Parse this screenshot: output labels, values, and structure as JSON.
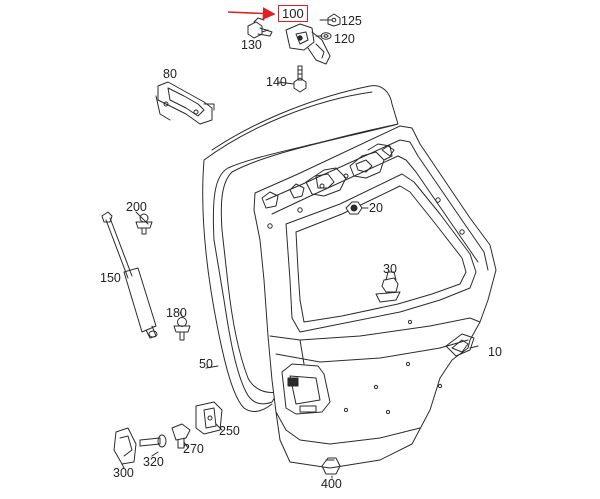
{
  "diagram": {
    "highlight_color": "#e02020",
    "line_color": "#2b2b2b",
    "fill_color": "#ffffff",
    "shade_color": "#b8b8b8",
    "highlighted_part": "100",
    "parts": [
      {
        "id": "p100",
        "label": "100"
      },
      {
        "id": "p125",
        "label": "125"
      },
      {
        "id": "p130",
        "label": "130"
      },
      {
        "id": "p120",
        "label": "120"
      },
      {
        "id": "p80",
        "label": "80"
      },
      {
        "id": "p140",
        "label": "140"
      },
      {
        "id": "p200",
        "label": "200"
      },
      {
        "id": "p20",
        "label": "20"
      },
      {
        "id": "p150",
        "label": "150"
      },
      {
        "id": "p30",
        "label": "30"
      },
      {
        "id": "p180",
        "label": "180"
      },
      {
        "id": "p10",
        "label": "10"
      },
      {
        "id": "p50",
        "label": "50"
      },
      {
        "id": "p250",
        "label": "250"
      },
      {
        "id": "p270",
        "label": "270"
      },
      {
        "id": "p300",
        "label": "300"
      },
      {
        "id": "p320",
        "label": "320"
      },
      {
        "id": "p400",
        "label": "400"
      }
    ]
  }
}
